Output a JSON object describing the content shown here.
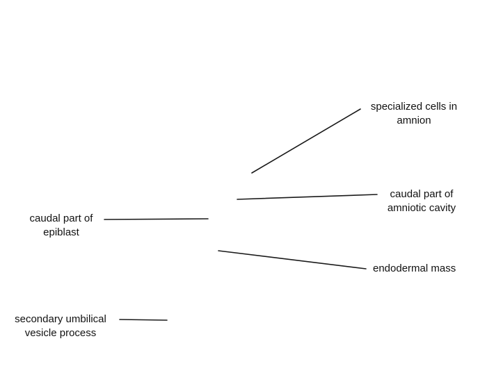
{
  "labels": {
    "specialized_cells": [
      "specialized cells in",
      "amnion"
    ],
    "caudal_amniotic_cavity": [
      "caudal part of",
      "amniotic cavity"
    ],
    "endodermal_mass": [
      "endodermal mass"
    ],
    "caudal_epiblast": [
      "caudal part of",
      "epiblast"
    ],
    "umbilical_process": [
      "secondary umbilical",
      "vesicle process"
    ]
  }
}
